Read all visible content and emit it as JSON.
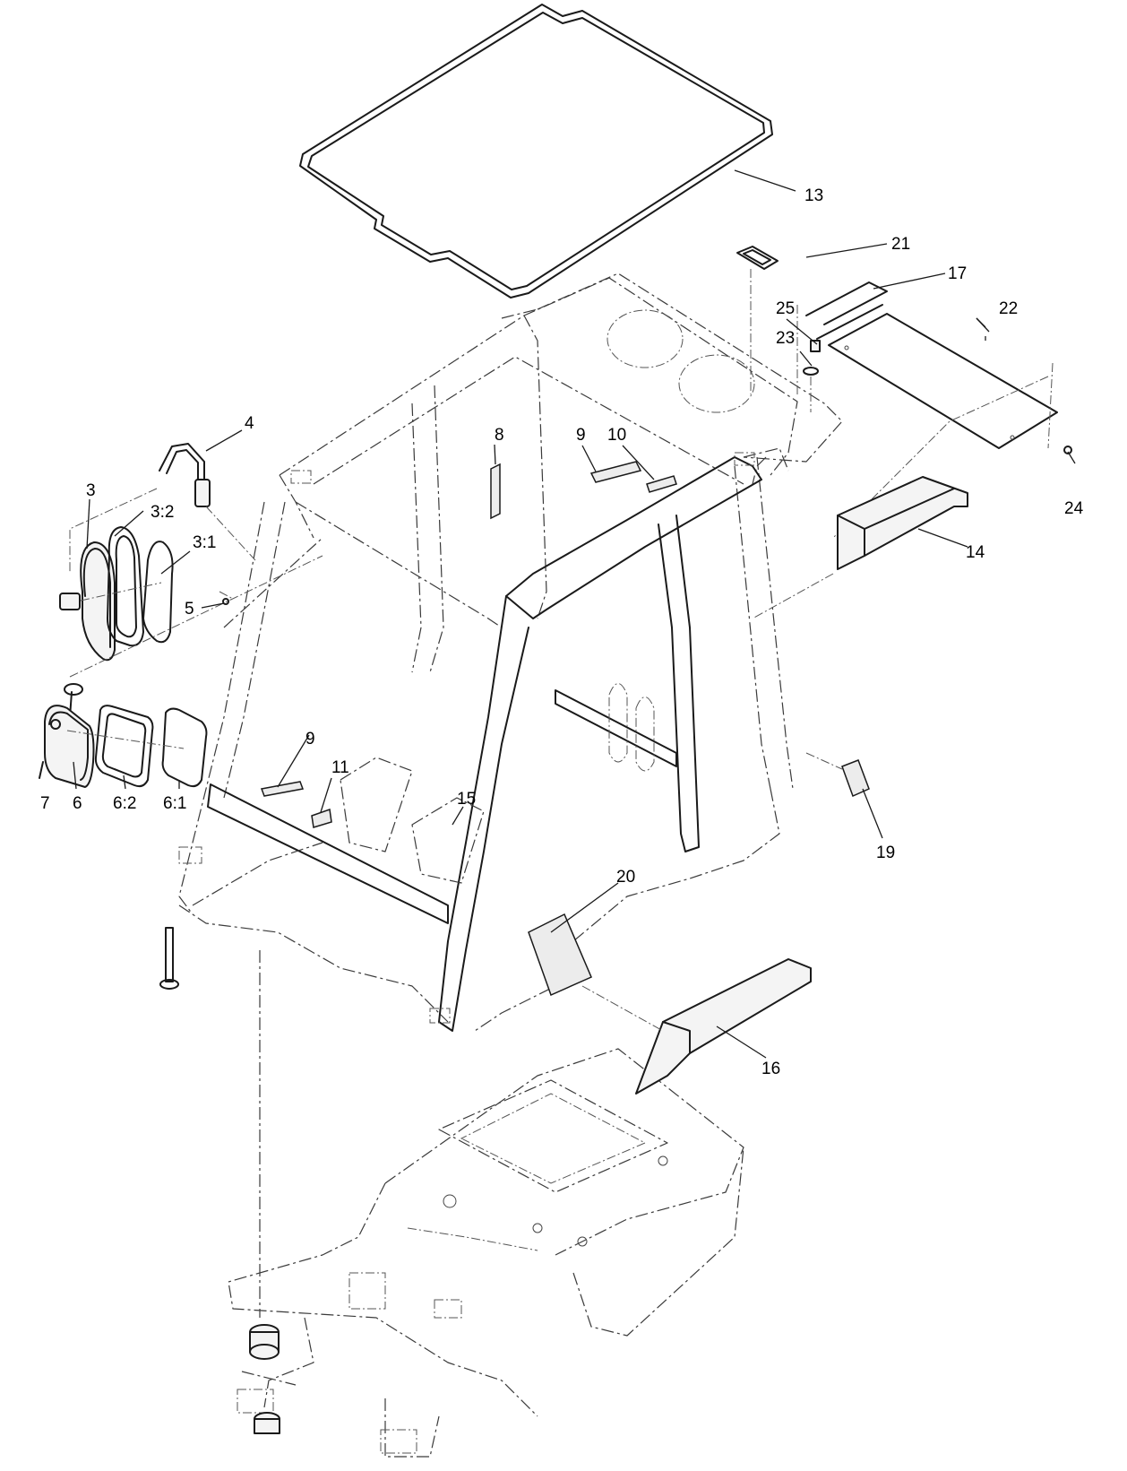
{
  "callouts": {
    "c1": "13",
    "c2": "21",
    "c3": "17",
    "c4": "22",
    "c5": "25",
    "c6": "23",
    "c7": "24",
    "c8": "14",
    "c9": "4",
    "c10": "3",
    "c11": "3:2",
    "c12": "3:1",
    "c13": "5",
    "c14": "8",
    "c15": "9",
    "c16": "10",
    "c17": "7",
    "c18": "6",
    "c19": "6:2",
    "c20": "6:1",
    "c21": "9",
    "c22": "11",
    "c23": "15",
    "c24": "19",
    "c25": "20",
    "c26": "16"
  }
}
